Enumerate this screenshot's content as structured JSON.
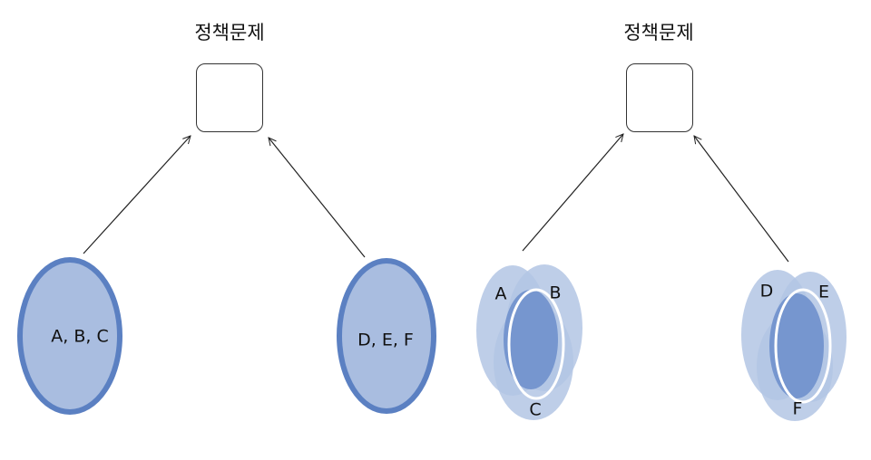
{
  "colors": {
    "circle_fill": "#a9bde0",
    "circle_stroke": "#5b80c2",
    "overlap_light": "#b3c5e4",
    "overlap_mid": "#7f9ed4",
    "overlap_dark": "#5f84c4",
    "line": "#222222"
  },
  "left_panel": {
    "title": "정책문제",
    "group_left": {
      "label": "A, B, C"
    },
    "group_right": {
      "label": "D, E, F"
    }
  },
  "right_panel": {
    "title": "정책문제",
    "cluster_left": {
      "labels": [
        "A",
        "B",
        "C"
      ]
    },
    "cluster_right": {
      "labels": [
        "D",
        "E",
        "F"
      ]
    }
  }
}
